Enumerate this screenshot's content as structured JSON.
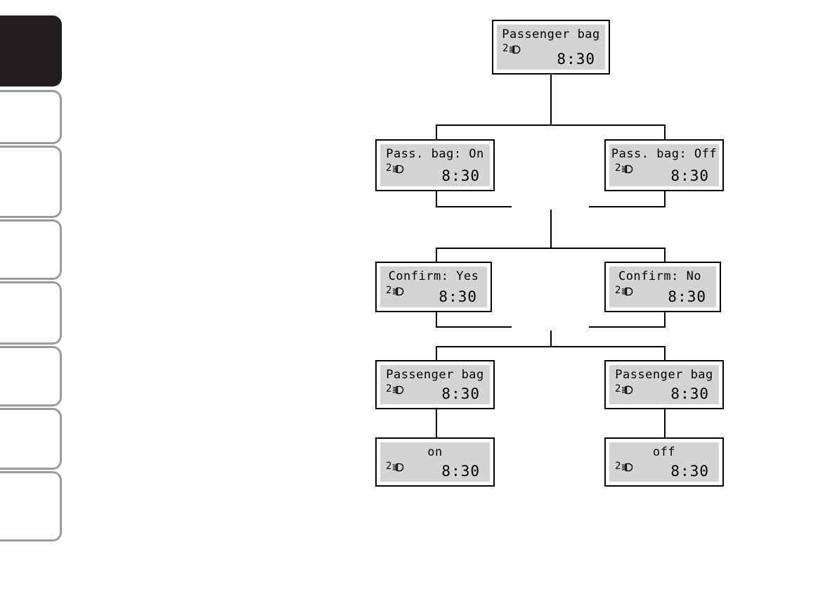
{
  "sidebar": {
    "tabs": [
      {
        "name": "tab-1",
        "state": "active"
      },
      {
        "name": "tab-2",
        "state": "inactive"
      },
      {
        "name": "tab-3",
        "state": "inactive"
      },
      {
        "name": "tab-4",
        "state": "inactive"
      },
      {
        "name": "tab-5",
        "state": "inactive"
      },
      {
        "name": "tab-6",
        "state": "inactive"
      },
      {
        "name": "tab-7",
        "state": "inactive"
      },
      {
        "name": "tab-8",
        "state": "inactive"
      }
    ]
  },
  "icons": {
    "headlight": "headlight-icon"
  },
  "colors": {
    "lcd_background": "#d4d4d4",
    "panel_border": "#000000",
    "tab_active": "#231f20",
    "tab_border": "#9a9a9a",
    "line": "#000000",
    "page_background": "#ffffff"
  },
  "flow": {
    "panels": [
      {
        "id": "panel-passenger-bag-root",
        "title": "Passenger bag",
        "status_number": "2",
        "status_icon": "headlight-icon",
        "clock": "8:30"
      },
      {
        "id": "panel-pass-bag-on",
        "title": "Pass. bag: On",
        "status_number": "2",
        "status_icon": "headlight-icon",
        "clock": "8:30"
      },
      {
        "id": "panel-pass-bag-off",
        "title": "Pass. bag: Off",
        "status_number": "2",
        "status_icon": "headlight-icon",
        "clock": "8:30"
      },
      {
        "id": "panel-confirm-yes",
        "title": "Confirm: Yes",
        "status_number": "2",
        "status_icon": "headlight-icon",
        "clock": "8:30"
      },
      {
        "id": "panel-confirm-no",
        "title": "Confirm: No",
        "status_number": "2",
        "status_icon": "headlight-icon",
        "clock": "8:30"
      },
      {
        "id": "panel-passenger-bag-left",
        "title": "Passenger bag",
        "status_number": "2",
        "status_icon": "headlight-icon",
        "clock": "8:30"
      },
      {
        "id": "panel-passenger-bag-right",
        "title": "Passenger bag",
        "status_number": "2",
        "status_icon": "headlight-icon",
        "clock": "8:30"
      },
      {
        "id": "panel-result-on",
        "title": "on",
        "status_number": "2",
        "status_icon": "headlight-icon",
        "clock": "8:30"
      },
      {
        "id": "panel-result-off",
        "title": "off",
        "status_number": "2",
        "status_icon": "headlight-icon",
        "clock": "8:30"
      }
    ]
  }
}
